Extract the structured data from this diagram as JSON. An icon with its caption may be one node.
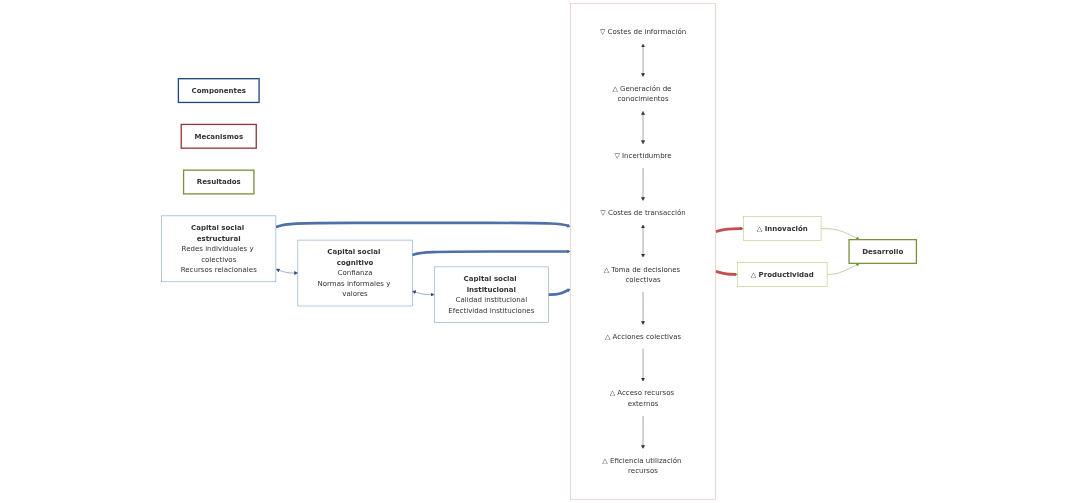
{
  "diagram": {
    "nodes": [
      {
        "text": [
          "Componentes"
        ]
      },
      {
        "text": [
          "Mecanismos"
        ]
      },
      {
        "text": [
          "Resultados"
        ]
      },
      {
        "text": [
          "Capital social estructural",
          "Redes individuales y colectivos",
          "Recursos relacionales"
        ]
      },
      {
        "text": [
          "Capital social cognitivo",
          "Confianza",
          "Normas informales y valores"
        ]
      },
      {
        "text": [
          "Capital social institucional",
          "Calidad institucional",
          "Efectividad instituciones"
        ]
      },
      {
        "text": [],
        "shape": "box"
      },
      {
        "text": [
          "▽ Costes de información"
        ],
        "in": 6
      },
      {
        "text": [
          "△ Generación de conocimientos"
        ],
        "in": 6
      },
      {
        "text": [
          "▽ Incertidumbre"
        ],
        "in": 6
      },
      {
        "text": [
          "▽ Costes de transacción"
        ],
        "in": 6
      },
      {
        "text": [
          "△ Toma de decisiones colectivas"
        ],
        "in": 6
      },
      {
        "text": [
          "△ Acciones colectivas"
        ],
        "in": 6
      },
      {
        "text": [
          "△ Acceso recursos externos"
        ],
        "in": 6
      },
      {
        "text": [
          "△ Eficiencia utilización recursos"
        ],
        "in": 6
      },
      {
        "text": [
          "△ Innovación"
        ]
      },
      {
        "text": [
          "△ Productividad"
        ]
      },
      {
        "text": [
          "Desarrollo"
        ]
      }
    ],
    "edges": [
      {
        "from": 3,
        "to": 4,
        "arrow": "both",
        "color": "#2e4a7d"
      },
      {
        "from": 4,
        "to": 5,
        "arrow": "both",
        "color": "#2e4a7d"
      },
      {
        "from": 3,
        "to": 6,
        "arrow": "to",
        "style": "thick",
        "color": "#4f6fa8"
      },
      {
        "from": 4,
        "to": 6,
        "arrow": "to",
        "style": "thick",
        "color": "#4f6fa8"
      },
      {
        "from": 5,
        "to": 6,
        "arrow": "to",
        "style": "thick",
        "color": "#4f6fa8"
      },
      {
        "from": 7,
        "to": 8,
        "arrow": "both"
      },
      {
        "from": 8,
        "to": 9,
        "arrow": "both"
      },
      {
        "from": 9,
        "to": 10,
        "arrow": "to"
      },
      {
        "from": 10,
        "to": 11,
        "arrow": "both"
      },
      {
        "from": 11,
        "to": 12,
        "arrow": "to"
      },
      {
        "from": 12,
        "to": 13,
        "arrow": "to"
      },
      {
        "from": 13,
        "to": 14,
        "arrow": "to"
      },
      {
        "from": 6,
        "to": 15,
        "arrow": "to",
        "style": "thick",
        "color": "#c0504d"
      },
      {
        "from": 6,
        "to": 16,
        "arrow": "to",
        "style": "thick",
        "color": "#c0504d"
      },
      {
        "from": 15,
        "to": 17,
        "arrow": "to",
        "color": "#77933c"
      },
      {
        "from": 16,
        "to": 17,
        "arrow": "to",
        "color": "#77933c"
      }
    ]
  }
}
